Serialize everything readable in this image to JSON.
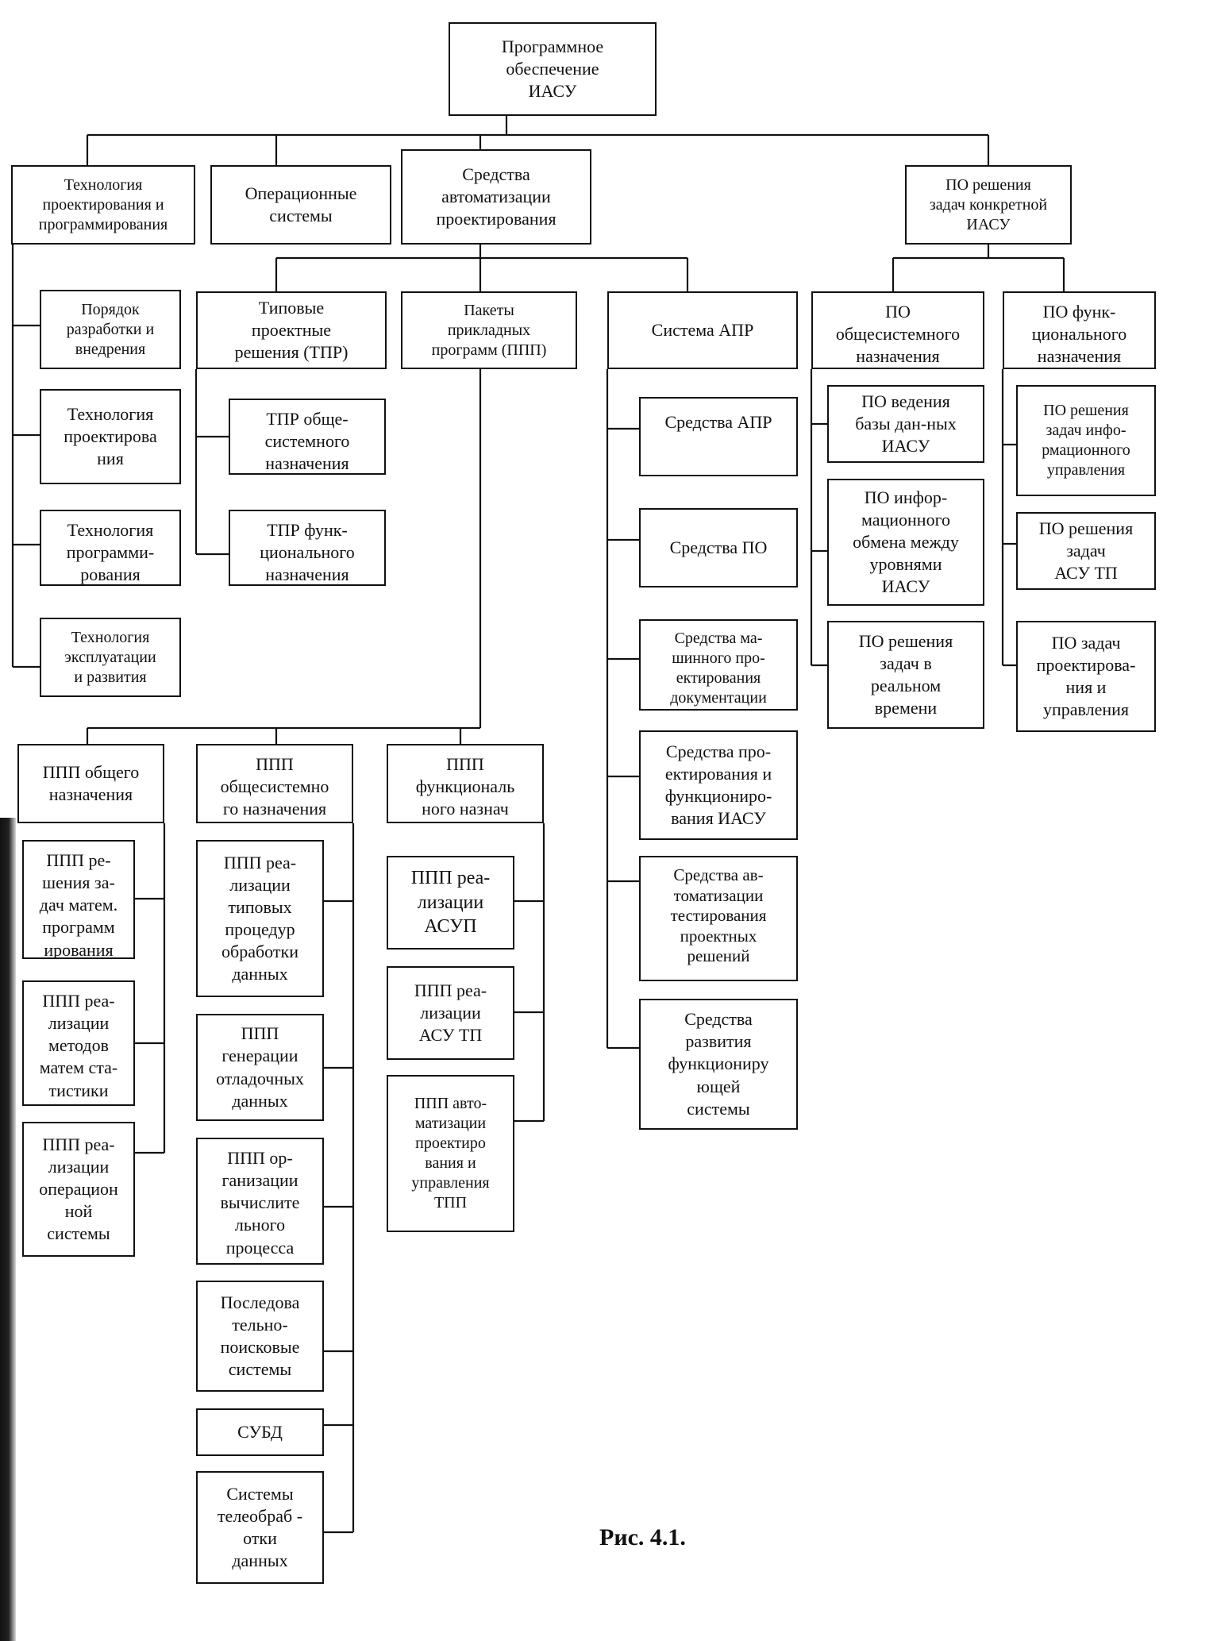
{
  "root": "Программное\nобеспечение\nИАСУ",
  "level1": {
    "tech": "Технология\nпроектирования и\nпрограммирования",
    "os": "Операционные\nсистемы",
    "sap": "Средства\nавтоматизации\nпроектирования",
    "po_iasu": "ПО решения\nзадач конкретной\nИАСУ"
  },
  "tech_items": [
    "Порядок\nразработки и\nвнедрения",
    "Технология\nпроектирова\nния",
    "Технология\nпрограмми-\nрования",
    "Технология\nэксплуатации\nи развития"
  ],
  "sap_children": {
    "tpr": "Типовые\nпроектные\nрешения (ТПР)",
    "ppp": "Пакеты\nприкладных\nпрограмм (ППП)",
    "apr": "Система АПР"
  },
  "tpr_items": [
    "ТПР обще-\nсистемного\nназначения",
    "ТПР функ-\nционального\nназначения"
  ],
  "apr_items": [
    "Средства АПР",
    "Средства ПО",
    "Средства ма-\nшинного про-\nектирования\nдокументации",
    "Средства про-\nектирования и\nфункциониро-\nвания ИАСУ",
    "Средства ав-\nтоматизации\nтестирования\nпроектных\nрешений",
    "Средства\nразвития\nфункциониру\nющей\nсистемы"
  ],
  "po_children": {
    "obsh": "ПО\nобщесистемного\nназначения",
    "func": "ПО функ-\nционального\nназначения"
  },
  "po_obsh_items": [
    "ПО ведения\nбазы дан-ных\nИАСУ",
    "ПО инфор-\nмационного\nобмена между\nуровнями\nИАСУ",
    "ПО решения\nзадач в\nреальном\nвремени"
  ],
  "po_func_items": [
    "ПО решения\nзадач инфо-\nрмационного\nуправления",
    "ПО решения\nзадач\nАСУ ТП",
    "ПО задач\nпроектирова-\nния и\nуправления"
  ],
  "ppp_groups": {
    "general": "ППП общего\nназначения",
    "system": "ППП\nобщесистемно\nго назначения",
    "functional": "ППП\nфункциональ\nного назнач"
  },
  "ppp_general_items": [
    "ППП ре-\nшения за-\nдач матем.\nпрограмм\nирования",
    "ППП реа-\nлизации\nметодов\nматем ста-\nтистики",
    "ППП реа-\nлизации\nоперацион\nной\nсистемы"
  ],
  "ppp_system_items": [
    "ППП реа-\nлизации\nтиповых\nпроцедур\nобработки\nданных",
    "ППП\nгенерации\nотладочных\nданных",
    "ППП ор-\nганизации\nвычислите\nльного\nпроцесса",
    "Последова\nтельно-\nпоисковые\nсистемы",
    "СУБД",
    "Системы\nтелеобраб -\nотки\nданных"
  ],
  "ppp_functional_items": [
    "ППП реа-\nлизации\nАСУП",
    "ППП реа-\nлизации\nАСУ ТП",
    "ППП авто-\nматизации\nпроектиро\nвания и\nуправления\nТПП"
  ],
  "caption": "Рис. 4.1."
}
